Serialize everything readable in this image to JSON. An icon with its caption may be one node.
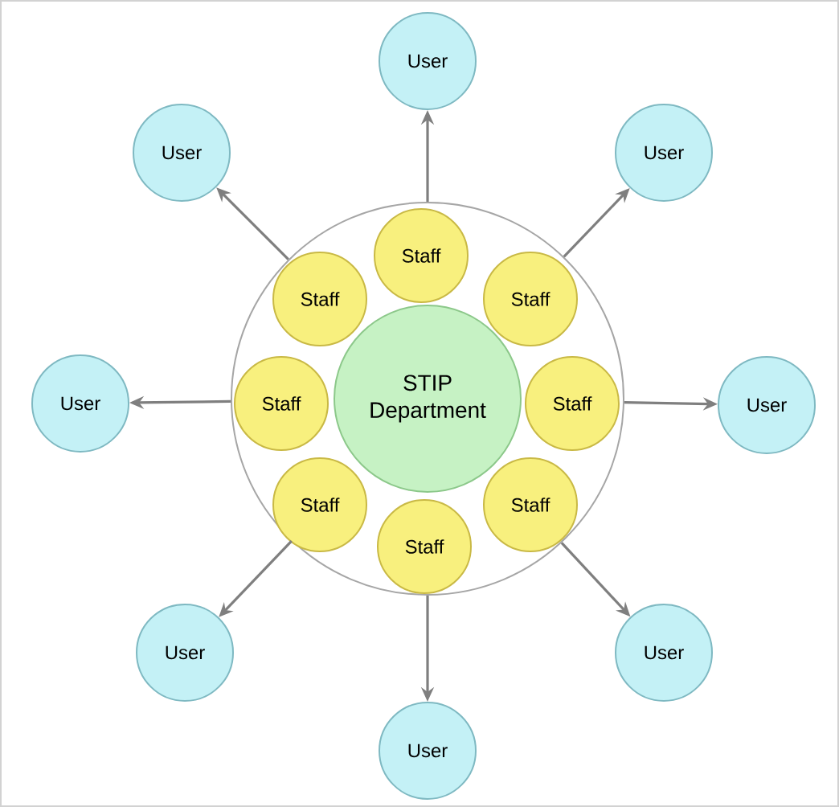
{
  "diagram": {
    "nodes": [
      {
        "text": [],
        "shape": "circle"
      },
      {
        "text": [
          "STIP Department"
        ],
        "in": 0
      },
      {
        "text": [
          "Staff"
        ],
        "in": 0
      },
      {
        "text": [
          "Staff"
        ],
        "in": 0
      },
      {
        "text": [
          "Staff"
        ],
        "in": 0
      },
      {
        "text": [
          "Staff"
        ],
        "in": 0
      },
      {
        "text": [
          "Staff"
        ],
        "in": 0
      },
      {
        "text": [
          "Staff"
        ],
        "in": 0
      },
      {
        "text": [
          "Staff"
        ],
        "in": 0
      },
      {
        "text": [
          "Staff"
        ],
        "in": 0
      },
      {
        "text": [
          "User"
        ]
      },
      {
        "text": [
          "User"
        ]
      },
      {
        "text": [
          "User"
        ]
      },
      {
        "text": [
          "User"
        ]
      },
      {
        "text": [
          "User"
        ]
      },
      {
        "text": [
          "User"
        ]
      },
      {
        "text": [
          "User"
        ]
      },
      {
        "text": [
          "User"
        ]
      }
    ],
    "edges": [
      {
        "from": 0,
        "to": 10,
        "arrow": "to"
      },
      {
        "from": 0,
        "to": 11,
        "arrow": "to"
      },
      {
        "from": 0,
        "to": 12,
        "arrow": "to"
      },
      {
        "from": 0,
        "to": 13,
        "arrow": "to"
      },
      {
        "from": 0,
        "to": 14,
        "arrow": "to"
      },
      {
        "from": 0,
        "to": 15,
        "arrow": "to"
      },
      {
        "from": 0,
        "to": 16,
        "arrow": "to"
      },
      {
        "from": 0,
        "to": 17,
        "arrow": "to"
      }
    ]
  }
}
